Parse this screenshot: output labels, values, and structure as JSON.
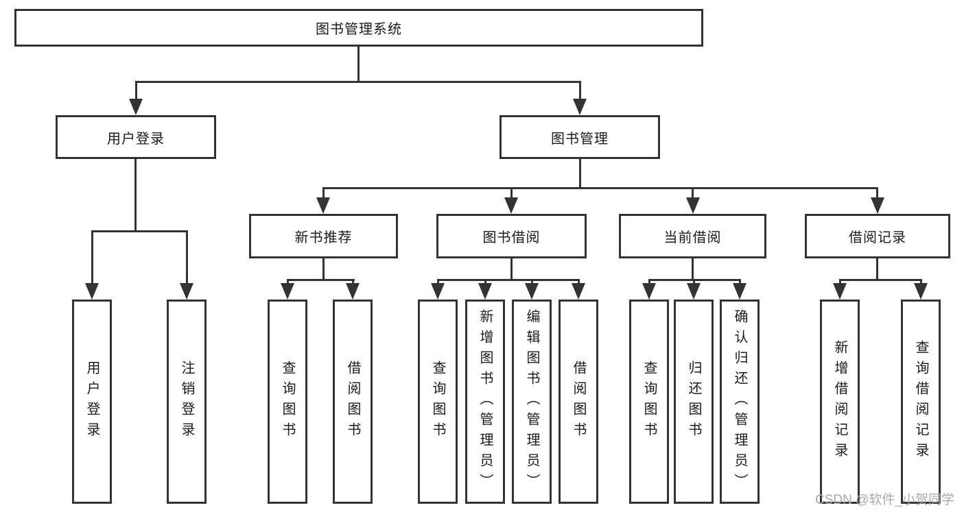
{
  "diagram": {
    "root": {
      "label": "图书管理系统"
    },
    "user_login": {
      "label": "用户登录",
      "children": [
        "用户登录",
        "注销登录"
      ]
    },
    "book_mgmt": {
      "label": "图书管理",
      "new_books": {
        "label": "新书推荐",
        "children": [
          "查询图书",
          "借阅图书"
        ]
      },
      "book_borrow": {
        "label": "图书借阅",
        "children": [
          "查询图书",
          "新增图书（管理员）",
          "编辑图书（管理员）",
          "借阅图书"
        ]
      },
      "current_borrow": {
        "label": "当前借阅",
        "children": [
          "查询图书",
          "归还图书",
          "确认归还（管理员）"
        ]
      },
      "borrow_records": {
        "label": "借阅记录",
        "children": [
          "新增借阅记录",
          "查询借阅记录"
        ]
      }
    }
  },
  "watermark": {
    "text": "CSDN @软件_小贺同学"
  },
  "colors": {
    "line": "#333333",
    "box_border": "#333333",
    "box_fill": "#ffffff",
    "text": "#1a1a1a",
    "watermark": "#aaaaaa",
    "background": "#ffffff"
  }
}
